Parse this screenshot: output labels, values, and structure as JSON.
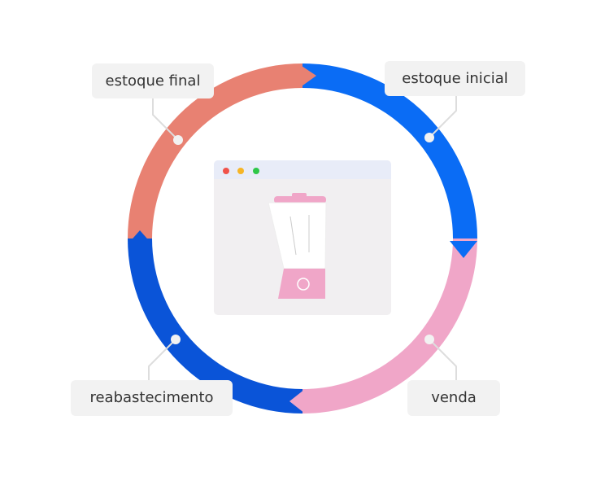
{
  "stages": [
    {
      "id": "estoque-inicial",
      "label": "estoque inicial"
    },
    {
      "id": "venda",
      "label": "venda"
    },
    {
      "id": "reabastecimento",
      "label": "reabastecimento"
    },
    {
      "id": "estoque-final",
      "label": "estoque final"
    }
  ],
  "colors": {
    "estoque_inicial": "#0a6cf5",
    "venda": "#f0a6c8",
    "reabastecimento": "#0a54d8",
    "estoque_final": "#e88172",
    "connector": "#dddddd",
    "label_bg": "#f2f2f2",
    "window_bar": "#e8ecf8",
    "window_body": "#f1eff1",
    "dot_red": "#f0524a",
    "dot_yellow": "#f6b526",
    "dot_green": "#2ec749",
    "blender_pink": "#f0a6c8",
    "blender_jar": "#ffffff"
  },
  "icons": [
    "blender-icon",
    "browser-window-icon"
  ]
}
